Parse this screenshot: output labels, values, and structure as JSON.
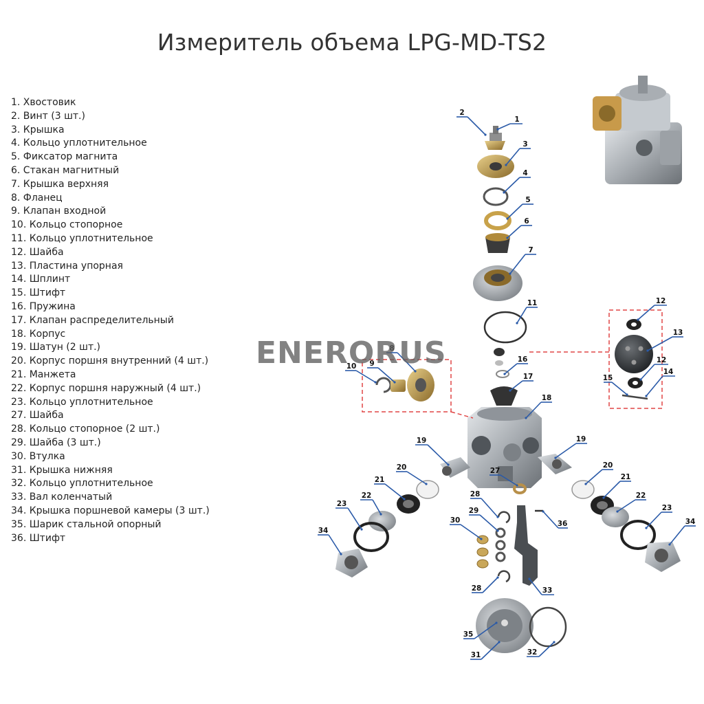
{
  "title": "Измеритель объема LPG-MD-TS2",
  "watermark": "ENERORUS",
  "parts": [
    "1. Хвостовик",
    "2. Винт (3 шт.)",
    "3. Крышка",
    "4. Кольцо уплотнительное",
    "5. Фиксатор магнита",
    "6. Стакан магнитный",
    "7. Крышка верхняя",
    "8. Фланец",
    "9. Клапан входной",
    "10. Кольцо стопорное",
    "11. Кольцо уплотнительное",
    "12. Шайба",
    "13. Пластина упорная",
    "14. Шплинт",
    "15. Штифт",
    "16. Пружина",
    "17. Клапан распределительный",
    "18. Корпус",
    "19. Шатун (2 шт.)",
    "20. Корпус поршня внутренний (4 шт.)",
    "21. Манжета",
    "22. Корпус поршня наружный (4 шт.)",
    "23. Кольцо уплотнительное",
    "27. Шайба",
    "28. Кольцо стопорное (2 шт.)",
    "29. Шайба (3 шт.)",
    "30. Втулка",
    "31. Крышка нижняя",
    "32. Кольцо уплотнительное",
    "33. Вал коленчатый",
    "34. Крышка поршневой камеры (3 шт.)",
    "35. Шарик стальной опорный",
    "36. Штифт"
  ],
  "callouts": [
    "2",
    "1",
    "3",
    "4",
    "5",
    "6",
    "7",
    "11",
    "12",
    "13",
    "12",
    "14",
    "15",
    "8",
    "9",
    "10",
    "16",
    "17",
    "18",
    "19",
    "19",
    "20",
    "20",
    "27",
    "21",
    "21",
    "22",
    "22",
    "23",
    "23",
    "34",
    "34",
    "28",
    "29",
    "30",
    "36",
    "28",
    "33",
    "35",
    "31",
    "32"
  ],
  "colors": {
    "leader": "#2a5aa8",
    "dashed": "#e04545",
    "metal": "#b7bcc2",
    "metal_dark": "#6f7478",
    "brass": "#b8904a"
  }
}
